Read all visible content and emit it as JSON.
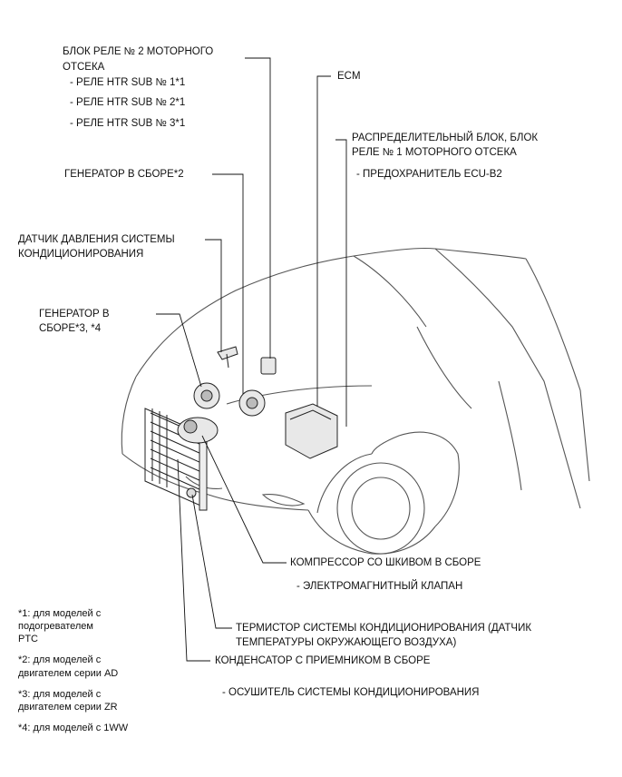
{
  "labels": {
    "relay_block2_line1": "БЛОК РЕЛЕ № 2 МОТОРНОГО",
    "relay_block2_line2": "ОТСЕКА",
    "relay_htr1": "- РЕЛЕ HTR SUB № 1*1",
    "relay_htr2": "- РЕЛЕ HTR SUB № 2*1",
    "relay_htr3": "- РЕЛЕ HTR SUB № 3*1",
    "ecm": "ECM",
    "junction_line1": "РАСПРЕДЕЛИТЕЛЬНЫЙ БЛОК, БЛОК",
    "junction_line2": "РЕЛЕ № 1 МОТОРНОГО ОТСЕКА",
    "fuse_ecu_b2": "- ПРЕДОХРАНИТЕЛЬ ECU-B2",
    "generator_2": "ГЕНЕРАТОР В СБОРЕ*2",
    "pressure_sensor_line1": "ДАТЧИК ДАВЛЕНИЯ СИСТЕМЫ",
    "pressure_sensor_line2": "КОНДИЦИОНИРОВАНИЯ",
    "generator_34_line1": "ГЕНЕРАТОР В",
    "generator_34_line2": "СБОРЕ*3, *4",
    "compressor": "КОМПРЕССОР СО ШКИВОМ В СБОРЕ",
    "solenoid_valve": "- ЭЛЕКТРОМАГНИТНЫЙ КЛАПАН",
    "thermistor_line1": "ТЕРМИСТОР СИСТЕМЫ КОНДИЦИОНИРОВАНИЯ (ДАТЧИК",
    "thermistor_line2": "ТЕМПЕРАТУРЫ ОКРУЖАЮЩЕГО ВОЗДУХА)",
    "condenser": "КОНДЕНСАТОР С ПРИЕМНИКОМ В СБОРЕ",
    "dryer": "- ОСУШИТЕЛЬ СИСТЕМЫ КОНДИЦИОНИРОВАНИЯ"
  },
  "footnotes": {
    "fn1_line1": "*1: для моделей с",
    "fn1_line2": "подогревателем",
    "fn1_line3": "PTC",
    "fn2_line1": "*2: для моделей с",
    "fn2_line2": "двигателем серии AD",
    "fn3_line1": "*3: для моделей с",
    "fn3_line2": "двигателем серии ZR",
    "fn4": "*4: для моделей с 1WW"
  },
  "colors": {
    "line": "#111111",
    "car_outline": "#555555"
  }
}
